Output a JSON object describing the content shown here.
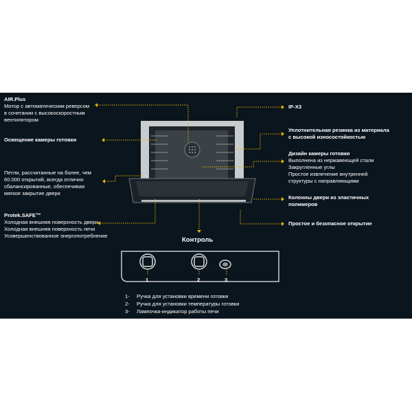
{
  "colors": {
    "background": "#0b151d",
    "leader": "#e6b400",
    "text": "#ffffff"
  },
  "labels": {
    "airplus": {
      "title": "AIR.Plus",
      "lines": [
        "Мотор с автоматическим реверсом",
        "в сочетании с высокоскоростным",
        "вентилятором"
      ]
    },
    "lighting": "Освещение камеры готовки",
    "hinges": [
      "Петли, рассчитанные на более, чем",
      "60.000 открытий, всегда отлично",
      "сбалансированные, обеспечивая",
      "мягкое закрытие двери"
    ],
    "protek": {
      "title": "Protek.SAFE™",
      "lines": [
        "Холодная внешняя поверхность двери",
        "Холодная внешняя поверхность печи",
        "Усовершенствованное энергопотребление"
      ]
    },
    "ipx3": "IP-X3",
    "gasket": [
      "Уплотнительная резинка из материала",
      "с высокой износостойкостью"
    ],
    "design": {
      "title": "Дизайн камеры готовки",
      "lines": [
        "Выполнена из нержавеющей стали",
        "Закругленные углы",
        "Простое извлечение внутренней",
        "структуры с направляющими"
      ]
    },
    "columns": [
      "Колонны двери из эластичных",
      "полимеров"
    ],
    "opening": "Простое и безопасное открытие"
  },
  "control": {
    "title": "Контроль",
    "markers": [
      "1",
      "2",
      "3"
    ],
    "legend": [
      {
        "num": "1-",
        "text": "Ручка для установки времени готовки"
      },
      {
        "num": "2-",
        "text": "Ручка для установки температуры готовки"
      },
      {
        "num": "3-",
        "text": "Лампочка-индикатор работы печи"
      }
    ]
  }
}
